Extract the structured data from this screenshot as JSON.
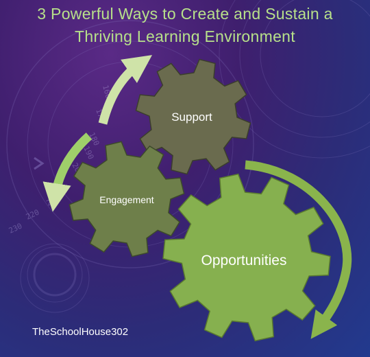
{
  "title": {
    "line1": "3 Powerful Ways to Create and Sustain a",
    "line2": "Thriving Learning Environment"
  },
  "gears": {
    "support": {
      "label": "Support",
      "color": "#6a6b4e"
    },
    "engagement": {
      "label": "Engagement",
      "color": "#6e7f4a"
    },
    "opportunities": {
      "label": "Opportunities",
      "color": "#86b04f"
    }
  },
  "arrows": {
    "light_color": "#cfe3a8",
    "dark_color": "#8ab44c"
  },
  "watermark": "TheSchoolHouse302",
  "decor_numbers": [
    "160",
    "170",
    "180",
    "190",
    "200",
    "210",
    "220",
    "230"
  ]
}
